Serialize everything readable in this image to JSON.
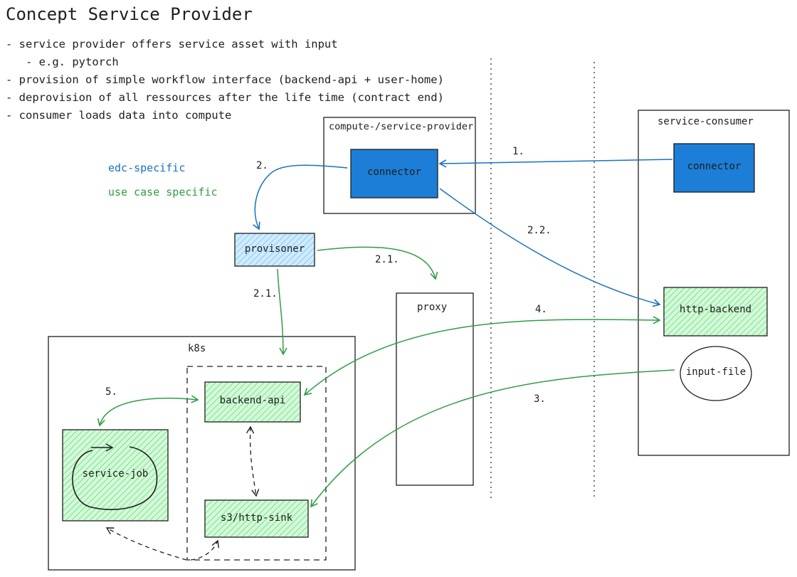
{
  "title": "Concept Service Provider",
  "bullets": [
    "- service provider offers service asset with input",
    "- e.g. pytorch",
    "- provision of simple workflow interface (backend-api + user-home)",
    "- deprovision of all ressources after the life time (contract end)",
    "- consumer loads data into compute"
  ],
  "legend": {
    "edc": "edc-specific",
    "usecase": "use case specific"
  },
  "colors": {
    "edc_blue": "#1971c2",
    "connector_fill": "#1c7ed6",
    "usecase_green": "#2f9e44",
    "green_fill": "#b2f2bb",
    "provisioner_fill": "#a5d8ff",
    "stroke": "#1e1e1e"
  },
  "boxes": {
    "provider_container": "compute-/service-provider",
    "provider_connector": "connector",
    "consumer_container": "service-consumer",
    "consumer_connector": "connector",
    "provisioner": "provisoner",
    "proxy": "proxy",
    "http_backend": "http-backend",
    "input_file": "input-file",
    "k8s": "k8s",
    "backend_api": "backend-api",
    "service_job": "service-job",
    "sink": "s3/http-sink"
  },
  "steps": {
    "s1": "1.",
    "s2": "2.",
    "s2_1_a": "2.1.",
    "s2_1_b": "2.1.",
    "s2_2": "2.2.",
    "s3": "3.",
    "s4": "4.",
    "s5": "5."
  }
}
